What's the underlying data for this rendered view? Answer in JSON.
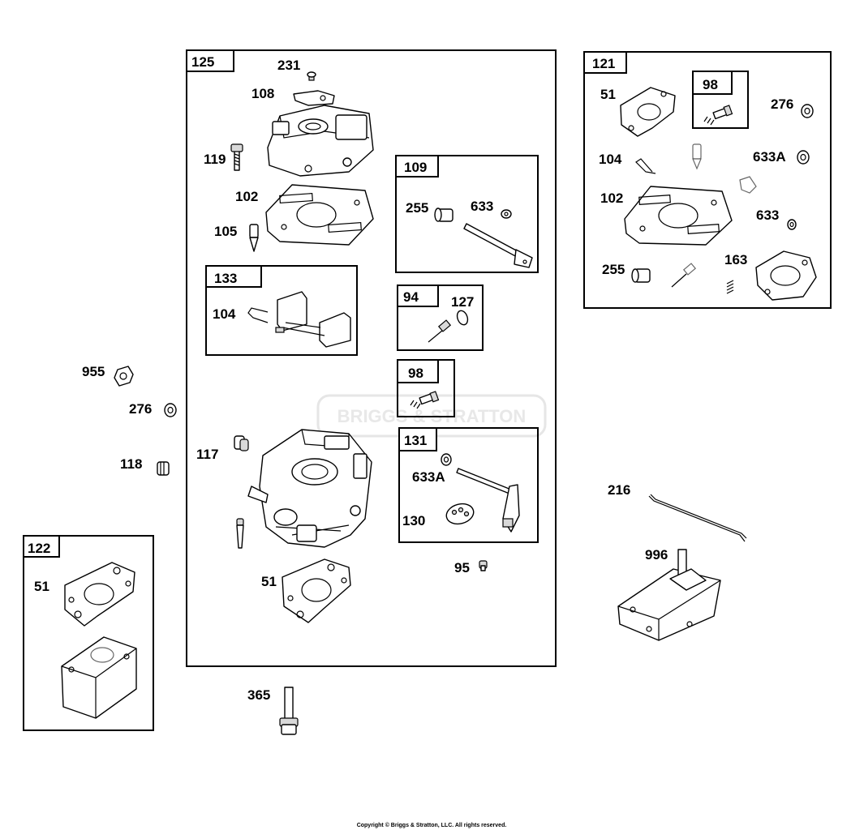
{
  "watermark": {
    "brand": "BRIGGS & STRATTON"
  },
  "copyright": "Copyright © Briggs & Stratton, LLC. All rights reserved.",
  "assemblies": {
    "a125": "125",
    "a109": "109",
    "a133": "133",
    "a94": "94",
    "a98_main": "98",
    "a131": "131",
    "a121": "121",
    "a98_kit": "98",
    "a122": "122"
  },
  "labels": {
    "l231": "231",
    "l108": "108",
    "l119": "119",
    "l102": "102",
    "l105": "105",
    "l104": "104",
    "l255": "255",
    "l633": "633",
    "l127": "127",
    "l117": "117",
    "l633A": "633A",
    "l130": "130",
    "l51_main": "51",
    "l95": "95",
    "l955": "955",
    "l276": "276",
    "l118": "118",
    "l365": "365",
    "l51_122": "51",
    "k51": "51",
    "k276": "276",
    "k104": "104",
    "k633A": "633A",
    "k102": "102",
    "k633": "633",
    "k255": "255",
    "k163": "163",
    "l216": "216",
    "l996": "996"
  }
}
